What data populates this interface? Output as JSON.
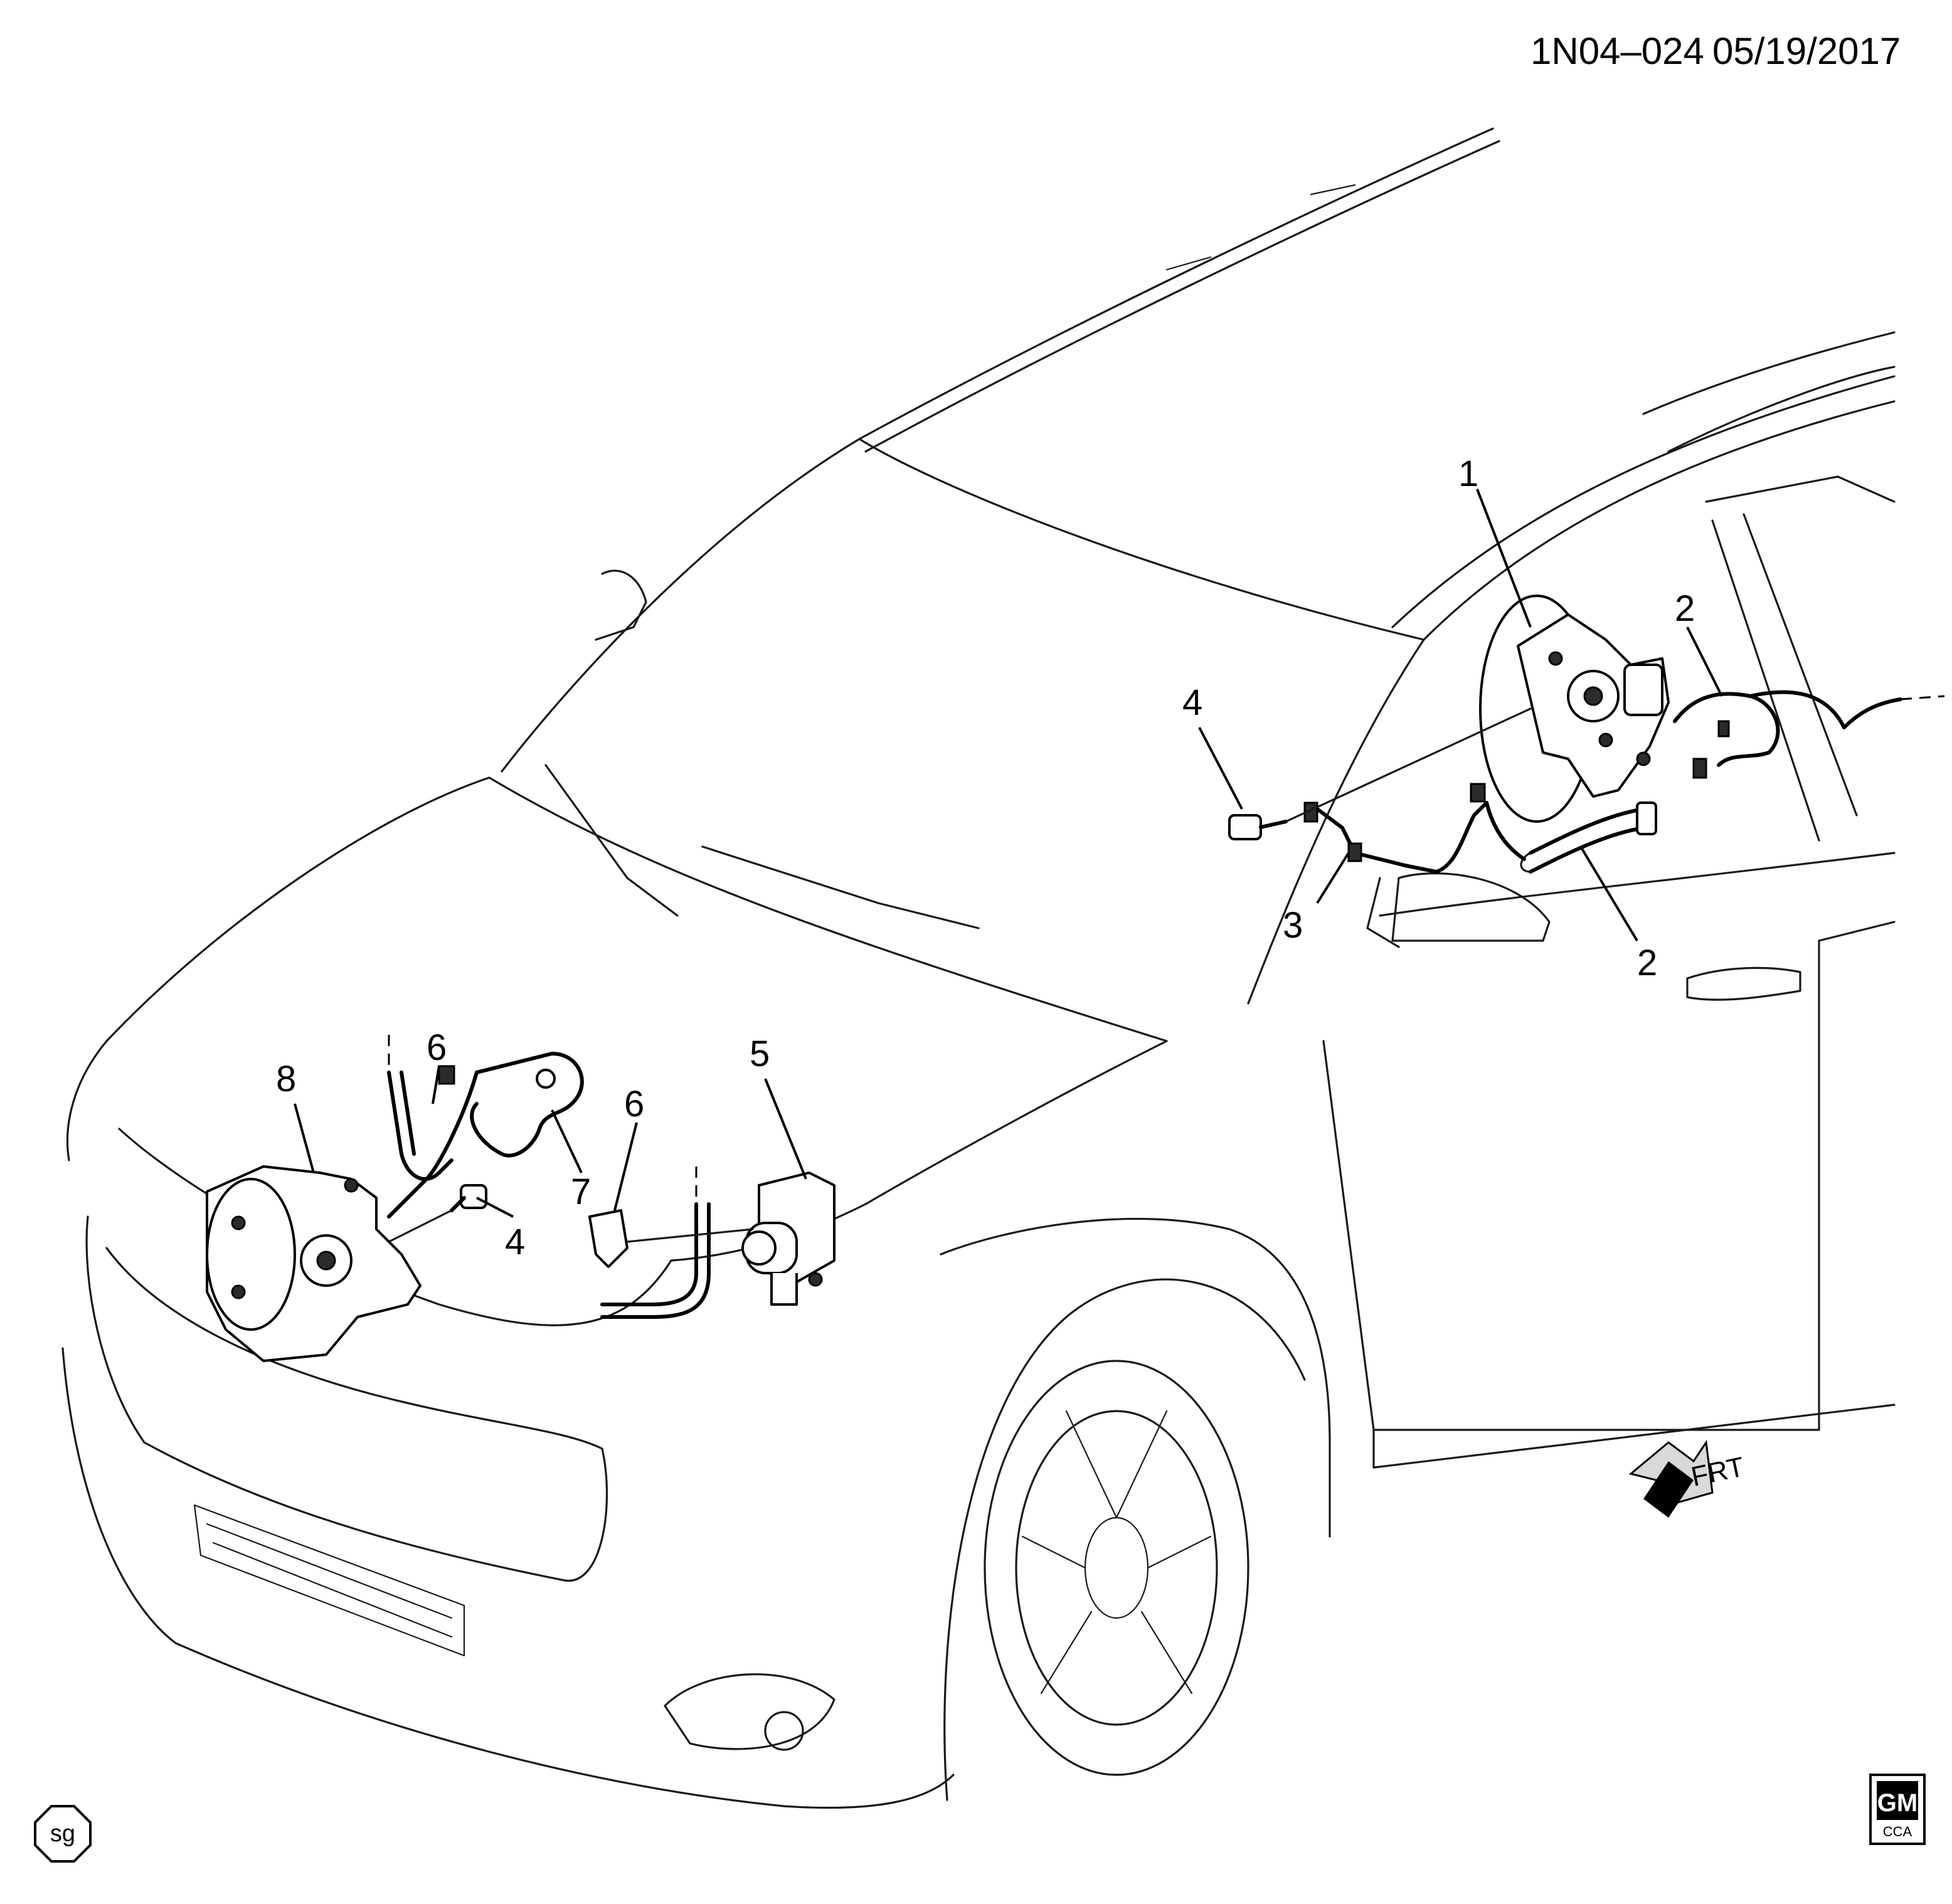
{
  "header": {
    "diagram_code": "1N04–024",
    "date": "05/19/2017"
  },
  "callouts": [
    "1",
    "2",
    "2",
    "3",
    "4",
    "4",
    "5",
    "6",
    "6",
    "7",
    "8"
  ],
  "frt_label": "FRT",
  "badges": {
    "sg": "sg",
    "gm_top": "GM",
    "gm_bottom": "CCA"
  }
}
